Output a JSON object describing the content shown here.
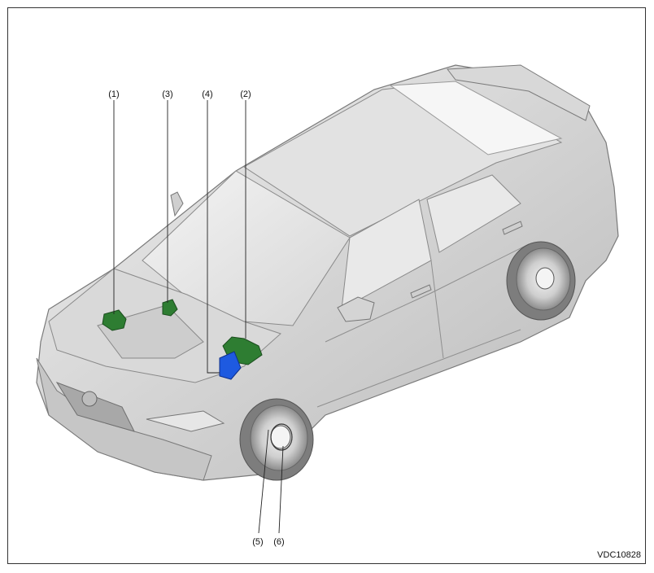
{
  "figure": {
    "callouts": [
      {
        "id": "1",
        "label": "(1)"
      },
      {
        "id": "3",
        "label": "(3)"
      },
      {
        "id": "4",
        "label": "(4)"
      },
      {
        "id": "2",
        "label": "(2)"
      },
      {
        "id": "5",
        "label": "(5)"
      },
      {
        "id": "6",
        "label": "(6)"
      }
    ],
    "code": "VDC10828",
    "colors": {
      "highlight_green": "#2e7d32",
      "highlight_blue": "#1e5ae0",
      "body_light": "#e6e6e6",
      "body_mid": "#c8c8c8",
      "body_dark": "#9a9a9a"
    }
  }
}
